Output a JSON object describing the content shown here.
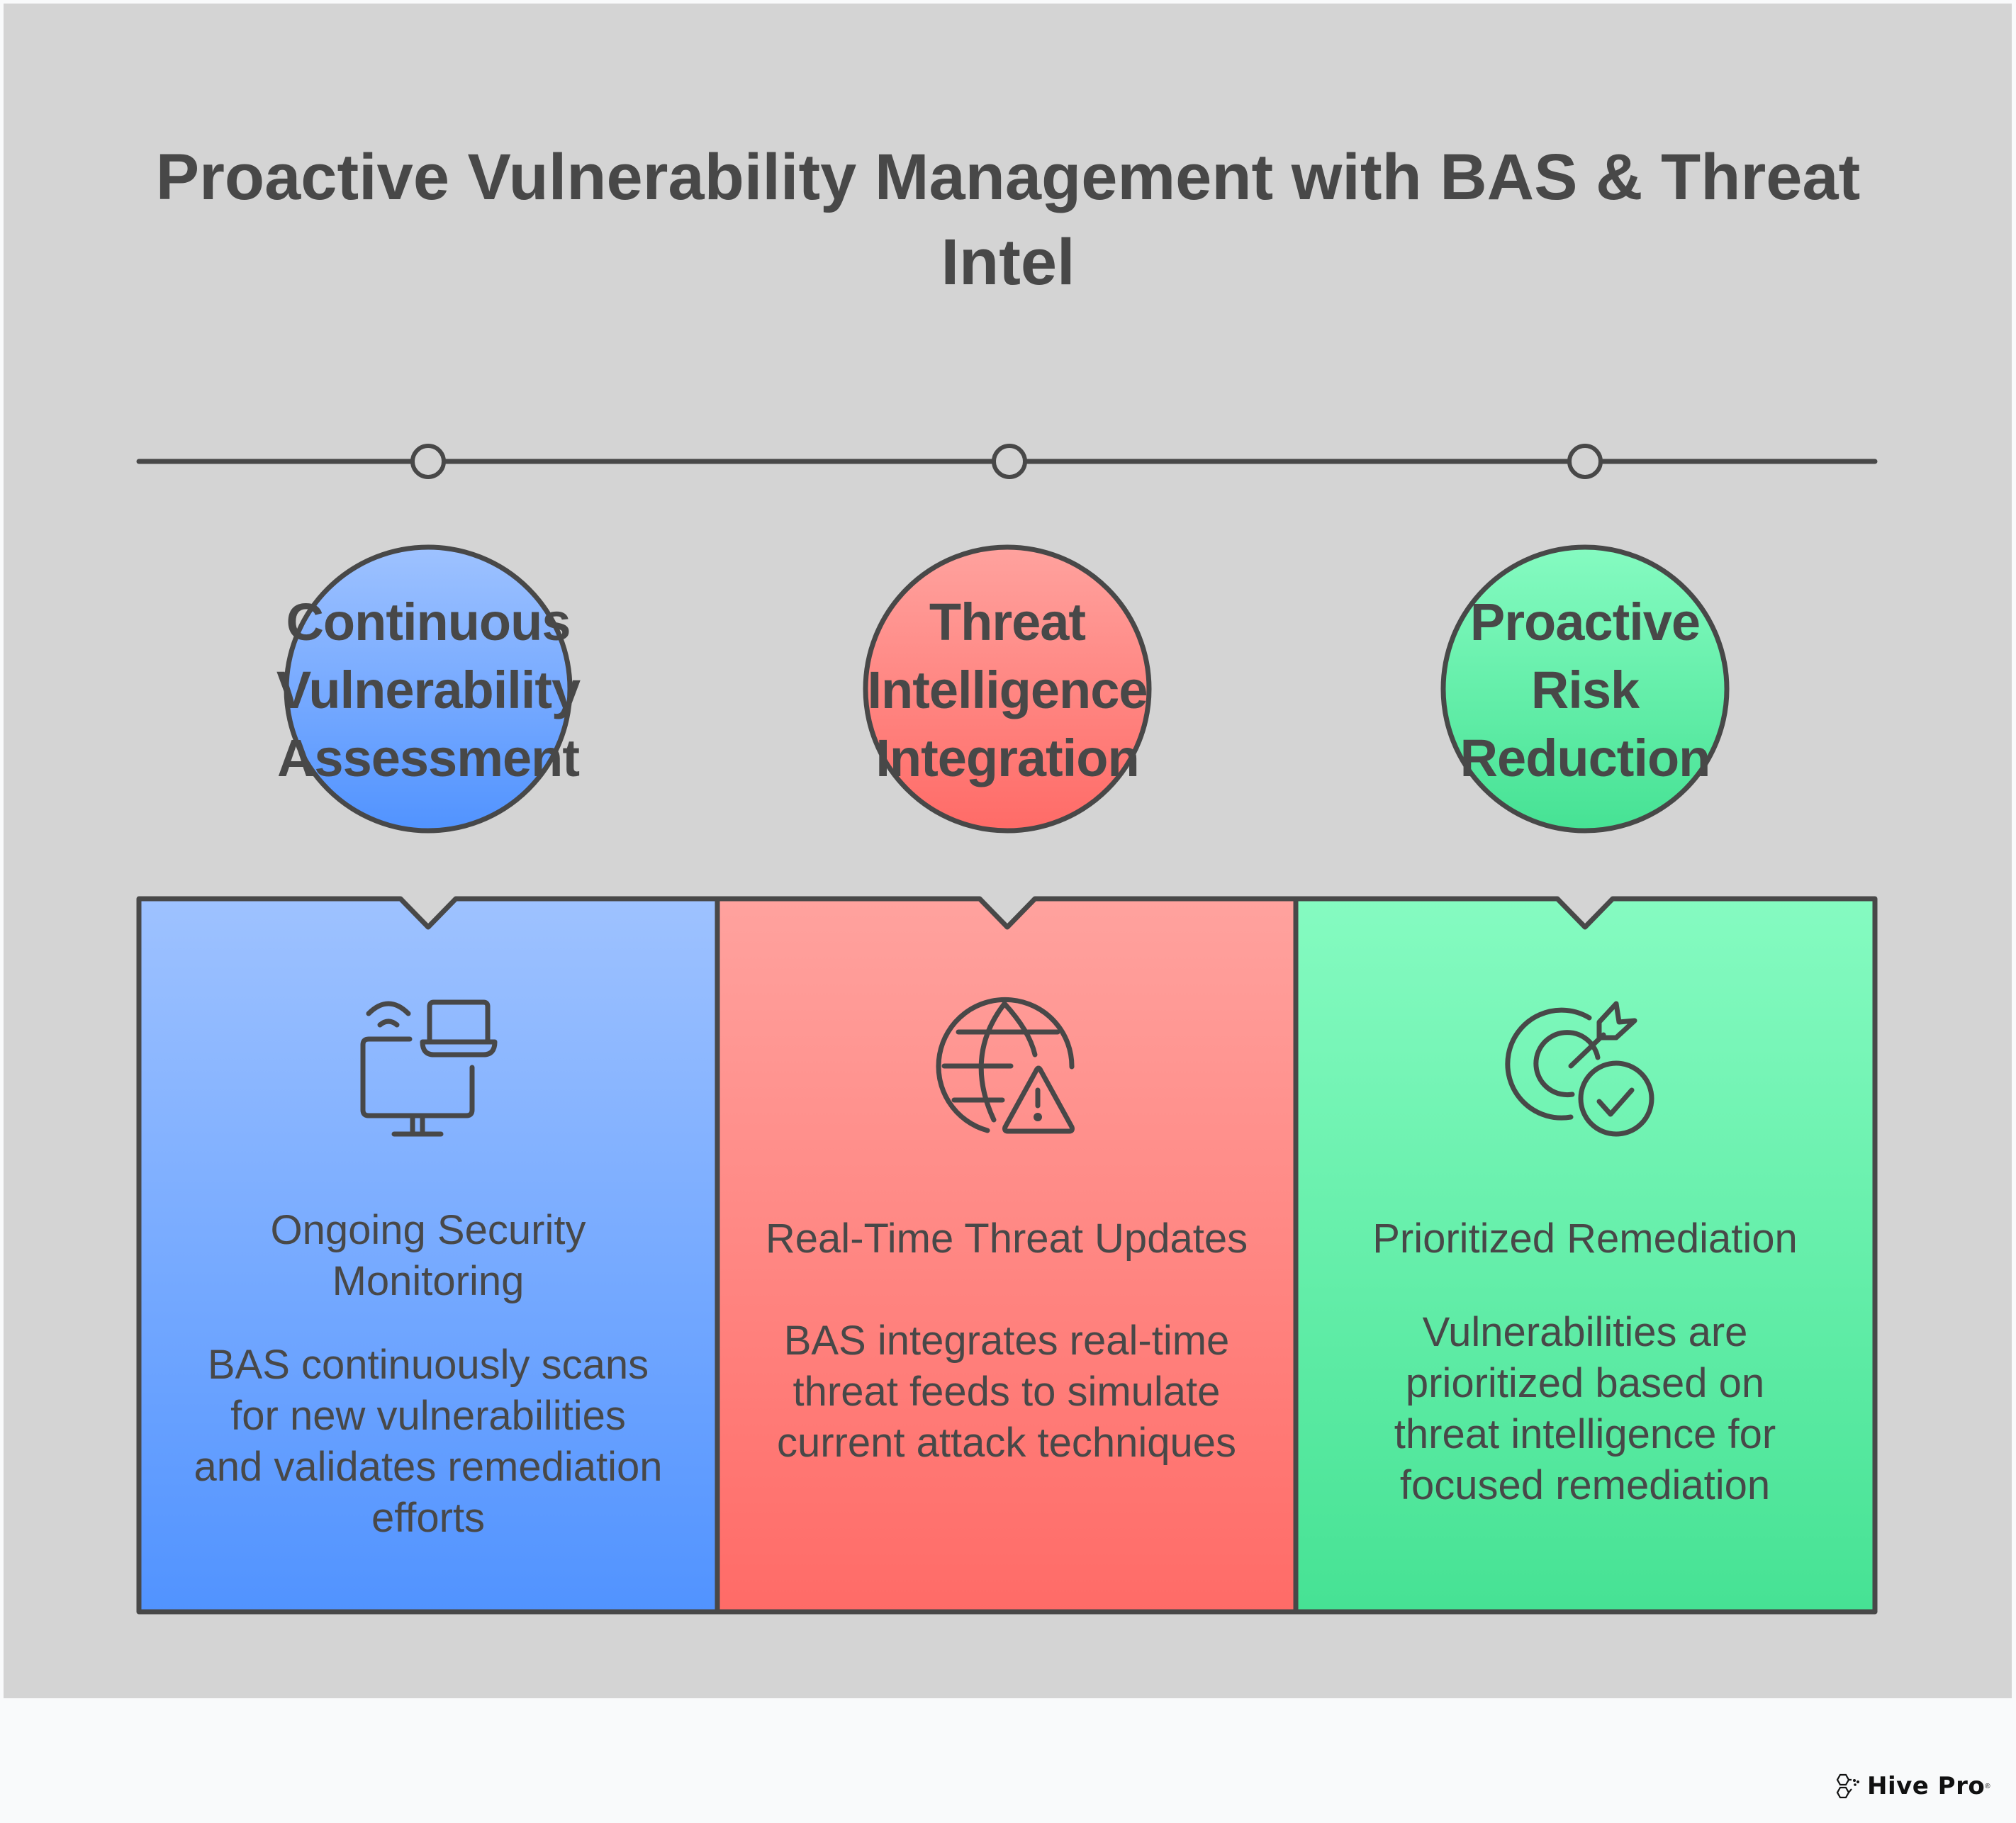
{
  "title": {
    "line1": "Proactive Vulnerability Management with BAS & Threat",
    "line2": "Intel"
  },
  "colors": {
    "background": "#d4d4d4",
    "page": "#f9fafb",
    "stroke": "#484848",
    "blue_top": "#9ec2ff",
    "blue_bottom": "#5193ff",
    "red_top": "#ffa29e",
    "red_bottom": "#ff6b67",
    "green_top": "#85fbc1",
    "green_bottom": "#46e294"
  },
  "steps": [
    {
      "circle_label": [
        "Continuous",
        "Vulnerability",
        "Assessment"
      ],
      "icon": "devices-wifi-icon",
      "heading": [
        "Ongoing Security",
        "Monitoring"
      ],
      "description": [
        "BAS continuously scans",
        "for new vulnerabilities",
        "and validates remediation",
        "efforts"
      ]
    },
    {
      "circle_label": [
        "Threat",
        "Intelligence",
        "Integration"
      ],
      "icon": "globe-warning-icon",
      "heading": [
        "Real-Time Threat Updates"
      ],
      "description": [
        "BAS integrates real-time",
        "threat feeds to simulate",
        "current attack techniques"
      ]
    },
    {
      "circle_label": [
        "Proactive",
        "Risk",
        "Reduction"
      ],
      "icon": "target-check-icon",
      "heading": [
        "Prioritized Remediation"
      ],
      "description": [
        "Vulnerabilities are",
        "prioritized based on",
        "threat intelligence for",
        "focused remediation"
      ]
    }
  ],
  "logo": {
    "text": "Hive Pro",
    "mark": "®"
  }
}
